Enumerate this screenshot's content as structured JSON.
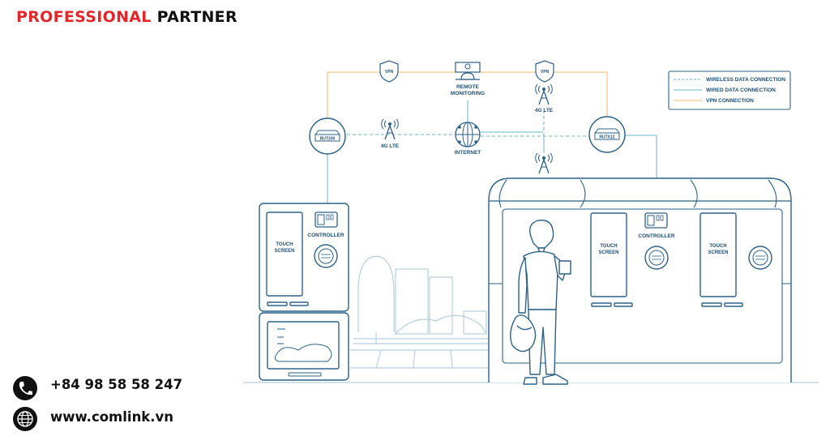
{
  "header": {
    "brand_red": "PROFESSIONAL",
    "brand_black": "PARTNER"
  },
  "contact": {
    "phone": "+84 98 58 58 247",
    "website": "www.comlink.vn"
  },
  "diagram": {
    "legend": {
      "wireless": "WIRELESS DATA CONNECTION",
      "wired": "WIRED DATA CONNECTION",
      "vpn": "VPN CONNECTION"
    },
    "vpn_label": "VPN",
    "remote_monitoring": [
      "REMOTE",
      "MONITORING"
    ],
    "internet": "INTERNET",
    "lte": "4G LTE",
    "router_left": "RUT200",
    "router_right": "RUTX12",
    "touch_screen": [
      "TOUCH",
      "SCREEN"
    ],
    "controller": "CONTROLLER"
  },
  "colors": {
    "line": "#2d6187",
    "wired": "#86c6d6",
    "vpn": "#f3c68a",
    "accent": "#e3262a",
    "text": "#1d4e73"
  }
}
